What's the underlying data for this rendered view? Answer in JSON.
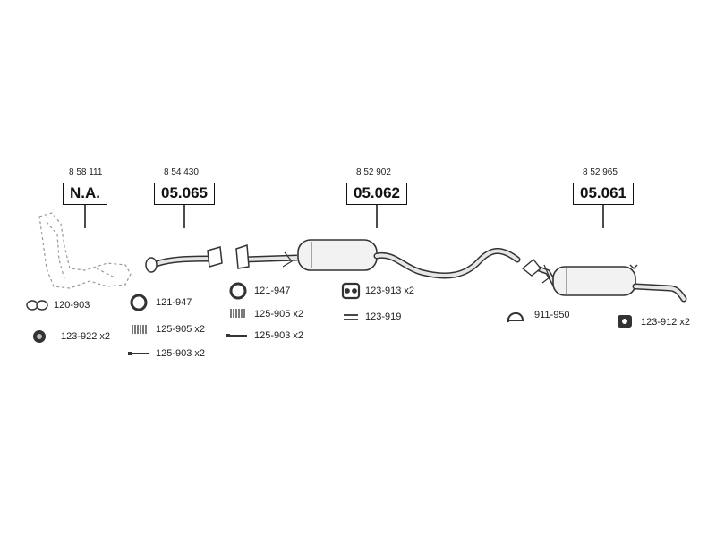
{
  "assemblies": [
    {
      "ref": "8 58 111",
      "code": "N.A."
    },
    {
      "ref": "8 54 430",
      "code": "05.065"
    },
    {
      "ref": "8 52 902",
      "code": "05.062"
    },
    {
      "ref": "8 52 965",
      "code": "05.061"
    }
  ],
  "parts": {
    "p1": "120-903",
    "p2": "123-922 x2",
    "p3": "121-947",
    "p4": "125-905 x2",
    "p5": "125-903 x2",
    "p6": "121-947",
    "p7": "125-905 x2",
    "p8": "125-903 x2",
    "p9": "123-913 x2",
    "p10": "123-919",
    "p11": "911-950",
    "p12": "123-912 x2"
  }
}
